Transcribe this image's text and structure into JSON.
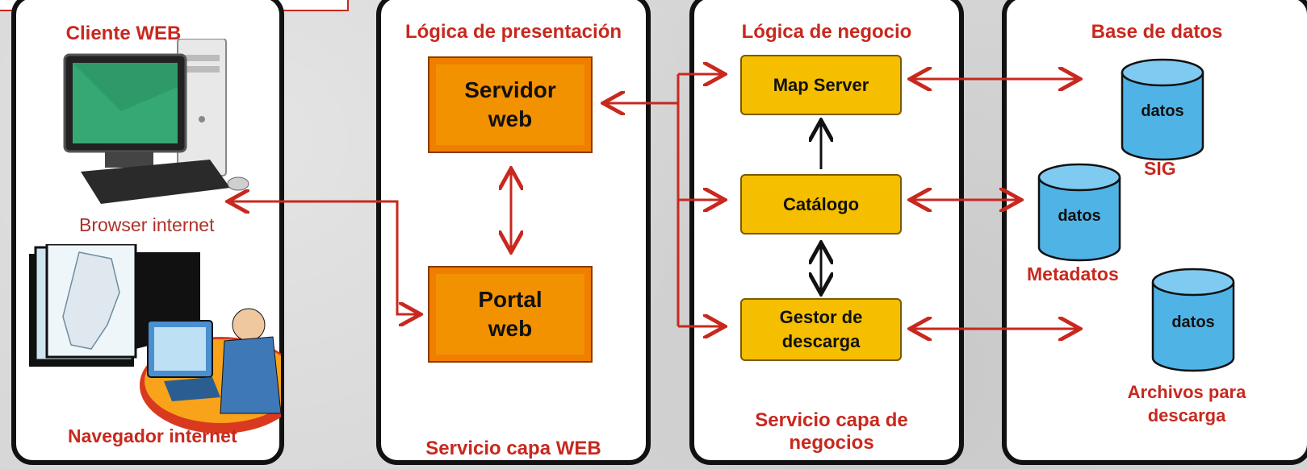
{
  "columns": {
    "client": {
      "title": "Cliente WEB",
      "browser_label": "Browser internet",
      "navigator_label": "Navegador internet"
    },
    "presentation": {
      "title": "Lógica de presentación",
      "footer": "Servicio capa WEB",
      "boxes": {
        "web_server": "Servidor web",
        "web_portal": "Portal web"
      }
    },
    "business": {
      "title": "Lógica de negocio",
      "footer": "Servicio capa de negocios",
      "boxes": {
        "map_server": "Map Server",
        "catalog": "Catálogo",
        "download_manager": "Gestor de descarga"
      }
    },
    "database": {
      "title": "Base de datos",
      "stores": [
        {
          "label": "datos",
          "caption": "SIG"
        },
        {
          "label": "datos",
          "caption": "Metadatos"
        },
        {
          "label": "datos",
          "caption": "Archivos para descarga"
        }
      ]
    }
  },
  "colors": {
    "accent_red": "#c8281e",
    "orange": "#f39200",
    "yellow": "#f5bf00",
    "cylinder": "#4fb3e6"
  }
}
